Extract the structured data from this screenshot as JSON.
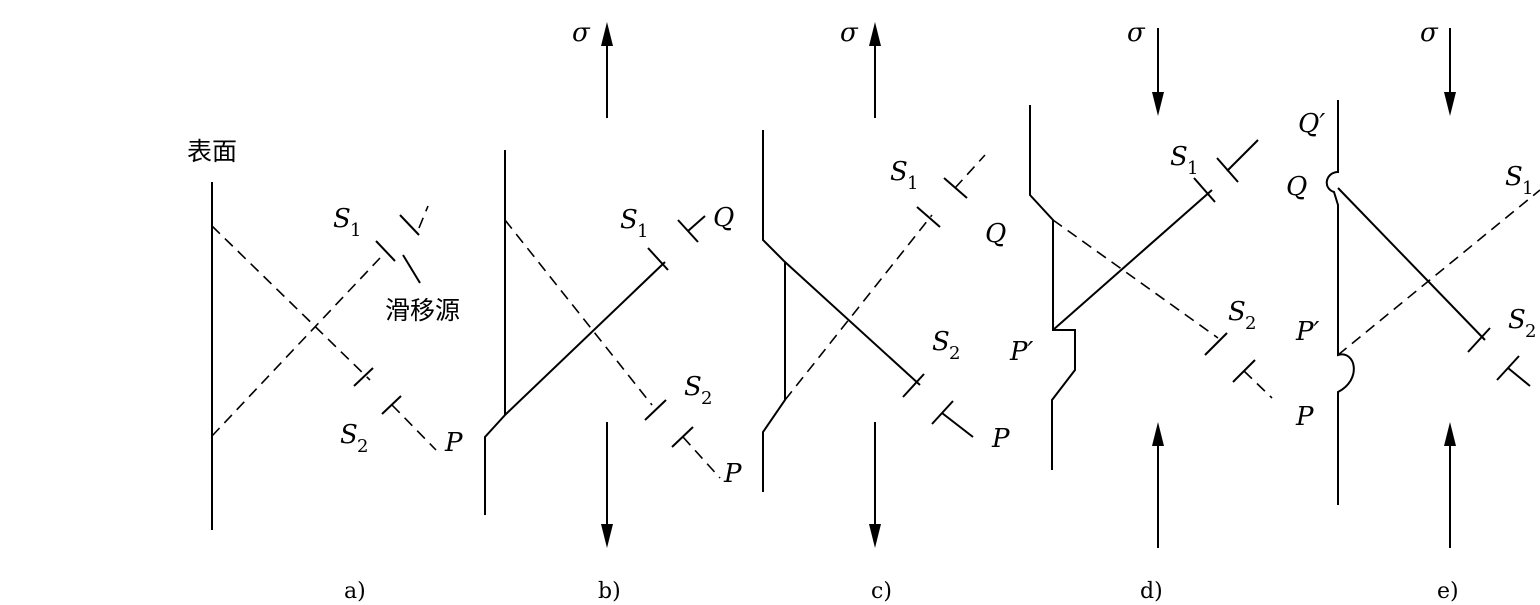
{
  "labels": {
    "surface": "表面",
    "slip_source": "滑移源",
    "sigma": "σ",
    "s": "S",
    "sub_1": "1",
    "sub_2": "2",
    "P": "P",
    "Q": "Q",
    "P_prime": "P′",
    "Q_prime": "Q′"
  },
  "captions": {
    "a": "a)",
    "b": "b)",
    "c": "c)",
    "d": "d)",
    "e": "e)"
  }
}
